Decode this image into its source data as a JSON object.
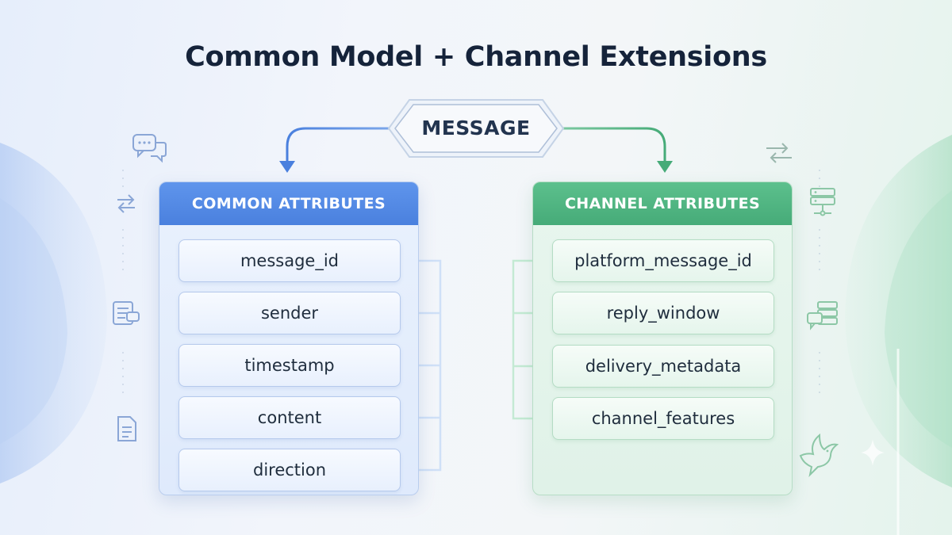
{
  "title": "Common Model + Channel Extensions",
  "root": {
    "label": "MESSAGE"
  },
  "common": {
    "header": "COMMON ATTRIBUTES",
    "items": [
      "message_id",
      "sender",
      "timestamp",
      "content",
      "direction"
    ]
  },
  "channel": {
    "header": "CHANNEL ATTRIBUTES",
    "items": [
      "platform_message_id",
      "reply_window",
      "delivery_metadata",
      "channel_features"
    ]
  },
  "colors": {
    "common_accent": "#4a80de",
    "channel_accent": "#46ab78",
    "title_text": "#15233a"
  },
  "icons": {
    "left": [
      "chat-bubbles-icon",
      "swap-arrows-icon",
      "chat-document-icon",
      "document-icon"
    ],
    "right": [
      "swap-arrows-icon",
      "server-stack-icon",
      "server-chat-icon",
      "dove-icon",
      "sparkle-icon"
    ]
  }
}
